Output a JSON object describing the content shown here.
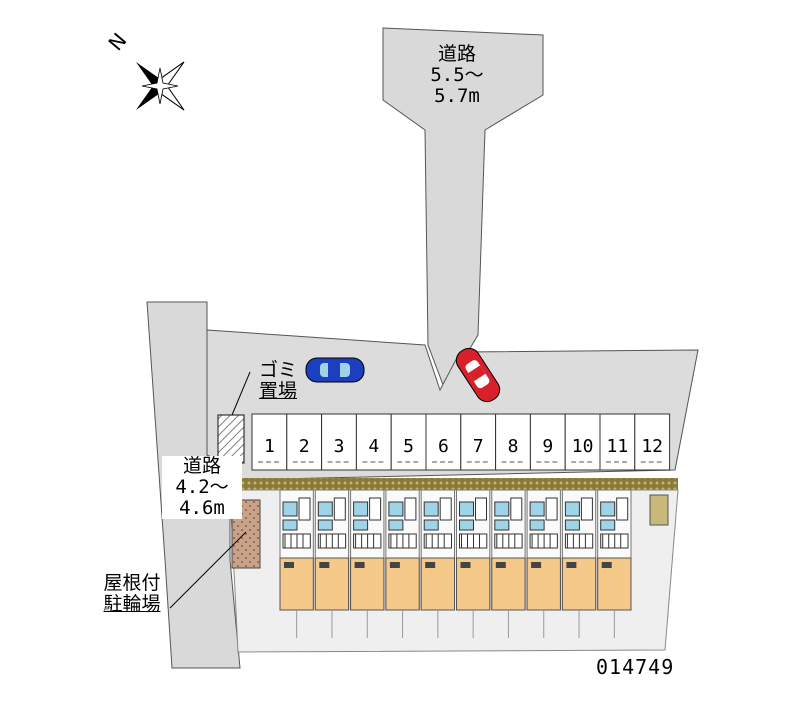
{
  "compass": {
    "north_label": "N",
    "icon": "compass-rose-icon"
  },
  "roads": {
    "main": {
      "name": "道路",
      "width_line1": "5.5～",
      "width_line2": "5.7m"
    },
    "side": {
      "name": "道路",
      "width_line1": "4.2～",
      "width_line2": "4.6m"
    }
  },
  "garbage": {
    "line1": "ゴミ",
    "line2": "置場"
  },
  "bicycle_parking": {
    "line1": "屋根付",
    "line2": "駐輪場"
  },
  "parking_slots": [
    "1",
    "2",
    "3",
    "4",
    "5",
    "6",
    "7",
    "8",
    "9",
    "10",
    "11",
    "12"
  ],
  "property_code": "014749",
  "colors": {
    "road": "#d9d9d9",
    "lot": "#dcdcdc",
    "unit_room": "#f5c98a",
    "unit_bath": "#9fd4e8",
    "car_blue": "#1c3fbf",
    "car_red": "#d8202a",
    "bike_area": "#c9a389"
  }
}
